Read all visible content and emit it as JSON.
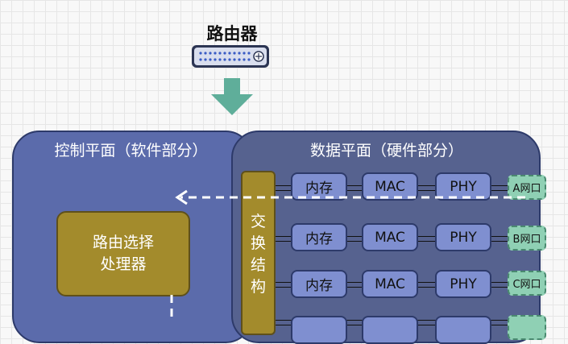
{
  "router": {
    "title": "路由器",
    "icon": "router-icon"
  },
  "arrow": {
    "icon": "down-arrow-icon",
    "color": "#5fae9a"
  },
  "control_plane": {
    "title": "控制平面（软件部分）",
    "route_box": {
      "line1": "路由选择",
      "line2": "处理器"
    }
  },
  "data_plane": {
    "title": "数据平面（硬件部分）",
    "switch_fabric": {
      "chars": [
        "交",
        "换",
        "结",
        "构"
      ]
    },
    "rows": [
      {
        "mem": "内存",
        "mac": "MAC",
        "phy": "PHY",
        "port": "A网口"
      },
      {
        "mem": "内存",
        "mac": "MAC",
        "phy": "PHY",
        "port": "B网口"
      },
      {
        "mem": "内存",
        "mac": "MAC",
        "phy": "PHY",
        "port": "C网口"
      },
      {
        "mem": "",
        "mac": "",
        "phy": "",
        "port": ""
      }
    ]
  },
  "colors": {
    "control_plane": "#5b6bab",
    "data_plane": "#56628f",
    "fabric": "#a38b2c",
    "cell": "#7f8fd0",
    "port": "#8fd0b4"
  }
}
